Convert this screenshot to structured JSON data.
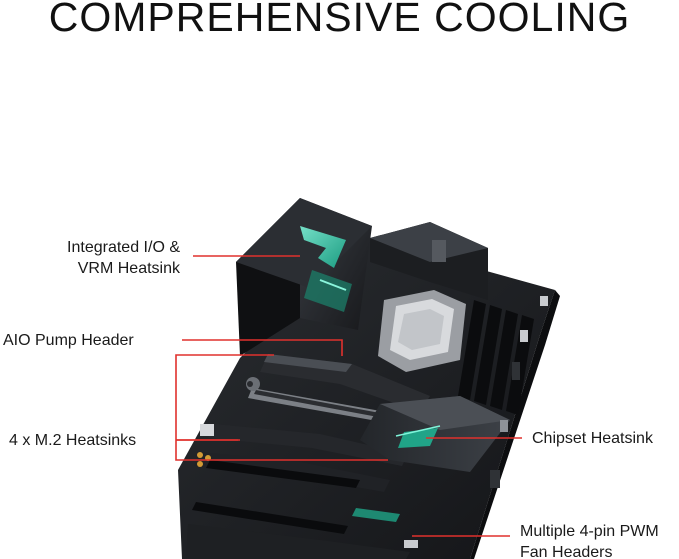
{
  "headline": "COMPREHENSIVE COOLING",
  "callouts": {
    "io_vrm": {
      "line1": "Integrated I/O &",
      "line2": "VRM Heatsink"
    },
    "aio_pump": "AIO Pump Header",
    "m2": "4 x M.2 Heatsinks",
    "chipset": "Chipset Heatsink",
    "pwm": {
      "line1": "Multiple 4-pin PWM",
      "line2": "Fan Headers"
    }
  },
  "colors": {
    "callout_line": "#e0312d",
    "board_dark": "#1b1d20",
    "accent_teal": "#2fd9b0"
  }
}
